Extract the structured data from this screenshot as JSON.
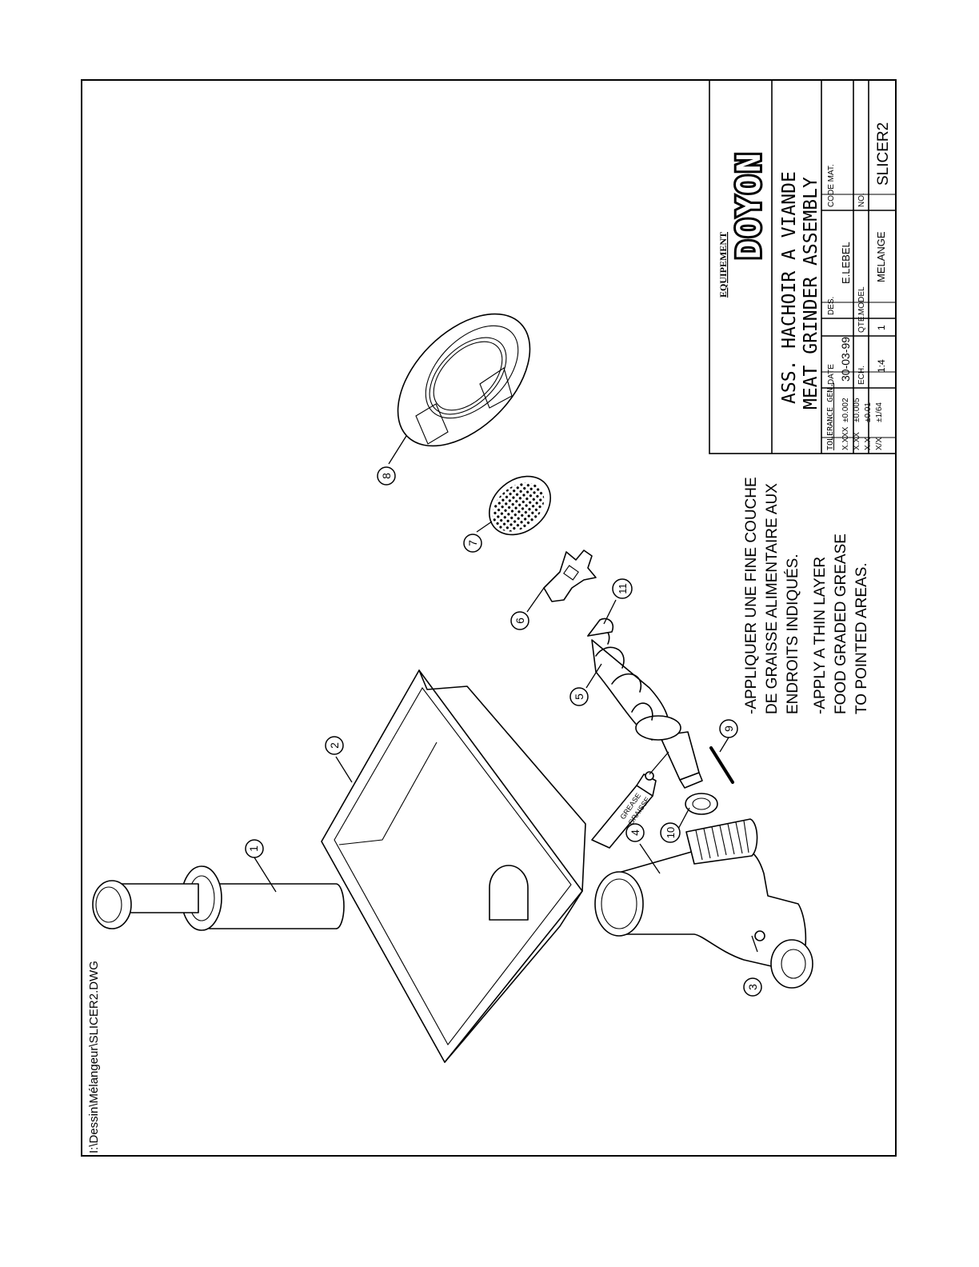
{
  "file_path": "I:\\Dessin\\Mélangeur\\SLICER2.DWG",
  "note_fr": [
    "-APPLIQUER UNE FINE COUCHE",
    "DE GRAISSE ALIMENTAIRE AUX",
    "ENDROITS INDIQUÉS."
  ],
  "note_en": [
    "-APPLY A THIN LAYER",
    "FOOD GRADED GREASE",
    "TO POINTED AREAS."
  ],
  "grease_tube": [
    "GREASE",
    "GRAISSE"
  ],
  "balloons": [
    "1",
    "2",
    "3",
    "4",
    "5",
    "6",
    "7",
    "8",
    "9",
    "10",
    "11"
  ],
  "title_block": {
    "company_small": "EQUIPEMENT",
    "company_logo": "DOYON",
    "title_fr": "ASS. HACHOIR A VIANDE",
    "title_en": "MEAT GRINDER ASSEMBLY",
    "tolerance_header": "TOLERANCE GEN.",
    "tolerances": [
      {
        "label": "X.XXX",
        "value": "±0.002"
      },
      {
        "label": "X.XX",
        "value": "±0.005"
      },
      {
        "label": "X.X",
        "value": "±0.01"
      },
      {
        "label": "X/X",
        "value": "±1/64"
      }
    ],
    "date_label": "DATE",
    "date_value": "30-03-99",
    "des_label": "DES.",
    "des_value": "E.LEBEL",
    "code_label": "CODE MAT.",
    "ech_label": "ECH.",
    "ech_value": "1:4",
    "qte_label": "QTE.",
    "qte_value": "1",
    "model_label": "MODEL",
    "model_value": "MELANGE",
    "no_label": "NO.",
    "no_value": "SLICER2"
  }
}
